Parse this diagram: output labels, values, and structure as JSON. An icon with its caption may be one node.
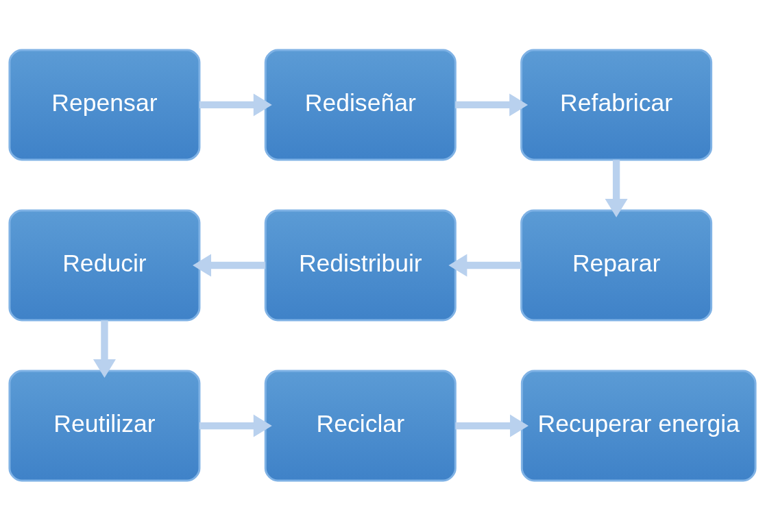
{
  "diagram": {
    "nodes": [
      {
        "text": [
          "Repensar"
        ]
      },
      {
        "text": [
          "Rediseñar"
        ]
      },
      {
        "text": [
          "Refabricar"
        ]
      },
      {
        "text": [
          "Reducir"
        ]
      },
      {
        "text": [
          "Redistribuir"
        ]
      },
      {
        "text": [
          "Reparar"
        ]
      },
      {
        "text": [
          "Reutilizar"
        ]
      },
      {
        "text": [
          "Reciclar"
        ]
      },
      {
        "text": [
          "Recuperar energia"
        ]
      }
    ],
    "edges": [
      {
        "from": 0,
        "to": 1,
        "arrow": "to"
      },
      {
        "from": 1,
        "to": 2,
        "arrow": "to"
      },
      {
        "from": 2,
        "to": 5,
        "arrow": "to"
      },
      {
        "from": 5,
        "to": 4,
        "arrow": "to"
      },
      {
        "from": 4,
        "to": 3,
        "arrow": "to"
      },
      {
        "from": 3,
        "to": 6,
        "arrow": "to"
      },
      {
        "from": 6,
        "to": 7,
        "arrow": "to"
      },
      {
        "from": 7,
        "to": 8,
        "arrow": "to"
      }
    ]
  }
}
